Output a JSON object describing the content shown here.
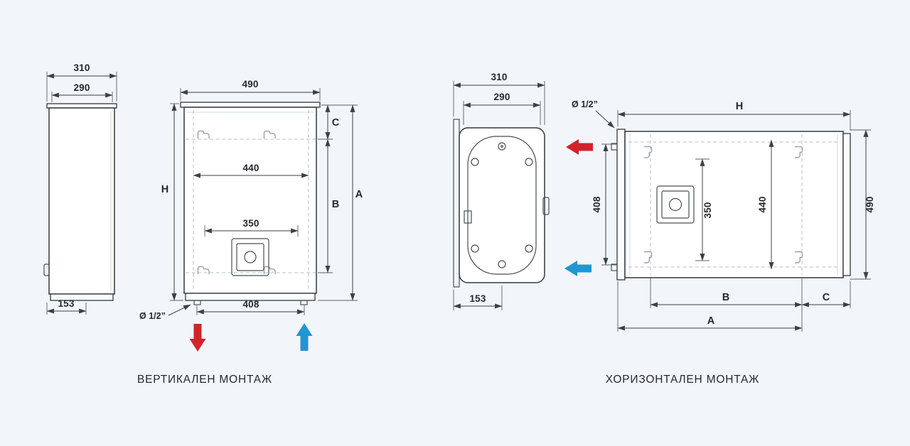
{
  "colors": {
    "hot": "#d2232a",
    "cold": "#2196d3",
    "caption": "#73a9d7"
  },
  "vertical": {
    "caption": "ВЕРТИКАЛЕН МОНТАЖ",
    "side": {
      "depth_outer": "310",
      "depth_inner": "290",
      "depth_bottom": "153"
    },
    "front": {
      "width": "490",
      "height_label": "H",
      "hang_width": "440",
      "inner_width": "350",
      "pipe_span": "408",
      "dim_a": "A",
      "dim_b": "B",
      "dim_c": "C",
      "pipe_label": "Ø 1/2”"
    }
  },
  "horizontal": {
    "caption": "ХОРИЗОНТАЛЕН МОНТАЖ",
    "front": {
      "depth_outer": "310",
      "depth_inner": "290",
      "depth_bottom": "153"
    },
    "body": {
      "length_label": "H",
      "height": "490",
      "mount_span": "408",
      "inner_span": "350",
      "hang_span": "440",
      "dim_a": "A",
      "dim_b": "B",
      "dim_c": "C",
      "pipe_label": "Ø 1/2”"
    }
  }
}
